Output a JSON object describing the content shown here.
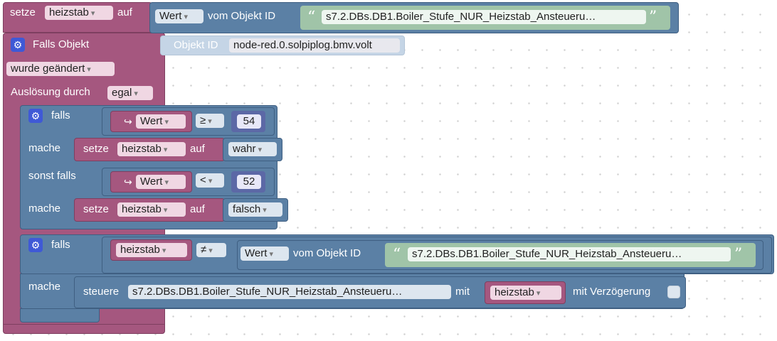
{
  "top_block": {
    "setze_label": "setze",
    "variable": "heizstab",
    "auf_label": "auf",
    "wert_dropdown": "Wert",
    "vom_objekt_label": "vom Objekt ID",
    "object_id": "s7.2.DBs.DB1.Boiler_Stufe_NUR_Heizstab_Ansteueru…"
  },
  "trigger_block": {
    "title": "Falls Objekt",
    "objekt_id_label": "Objekt ID",
    "objekt_id_value": "node-red.0.solpiplog.bmv.volt",
    "changed_dropdown": "wurde geändert",
    "ausloesung_label": "Auslösung durch",
    "ausloesung_dropdown": "egal"
  },
  "if_block_1": {
    "falls_label": "falls",
    "cond1_wert": "Wert",
    "cond1_op": "≥",
    "cond1_value": "54",
    "mache_label": "mache",
    "set1_setze": "setze",
    "set1_var": "heizstab",
    "set1_auf": "auf",
    "set1_value": "wahr",
    "sonst_falls_label": "sonst falls",
    "cond2_wert": "Wert",
    "cond2_op": "<",
    "cond2_value": "52",
    "mache2_label": "mache",
    "set2_setze": "setze",
    "set2_var": "heizstab",
    "set2_auf": "auf",
    "set2_value": "falsch"
  },
  "if_block_2": {
    "falls_label": "falls",
    "cond_var": "heizstab",
    "cond_op": "≠",
    "cond_wert": "Wert",
    "vom_objekt_label": "vom Objekt ID",
    "cond_object_id": "s7.2.DBs.DB1.Boiler_Stufe_NUR_Heizstab_Ansteueru…",
    "mache_label": "mache",
    "steuere_label": "steuere",
    "steuere_object_id": "s7.2.DBs.DB1.Boiler_Stufe_NUR_Heizstab_Ansteueru…",
    "mit_label": "mit",
    "mit_var": "heizstab",
    "delay_label": "mit Verzögerung"
  },
  "colors": {
    "variable_block": "#a5577f",
    "logic_block": "#5b80a5",
    "text_block": "#a0c4a8",
    "gear": "#3f59d6"
  }
}
